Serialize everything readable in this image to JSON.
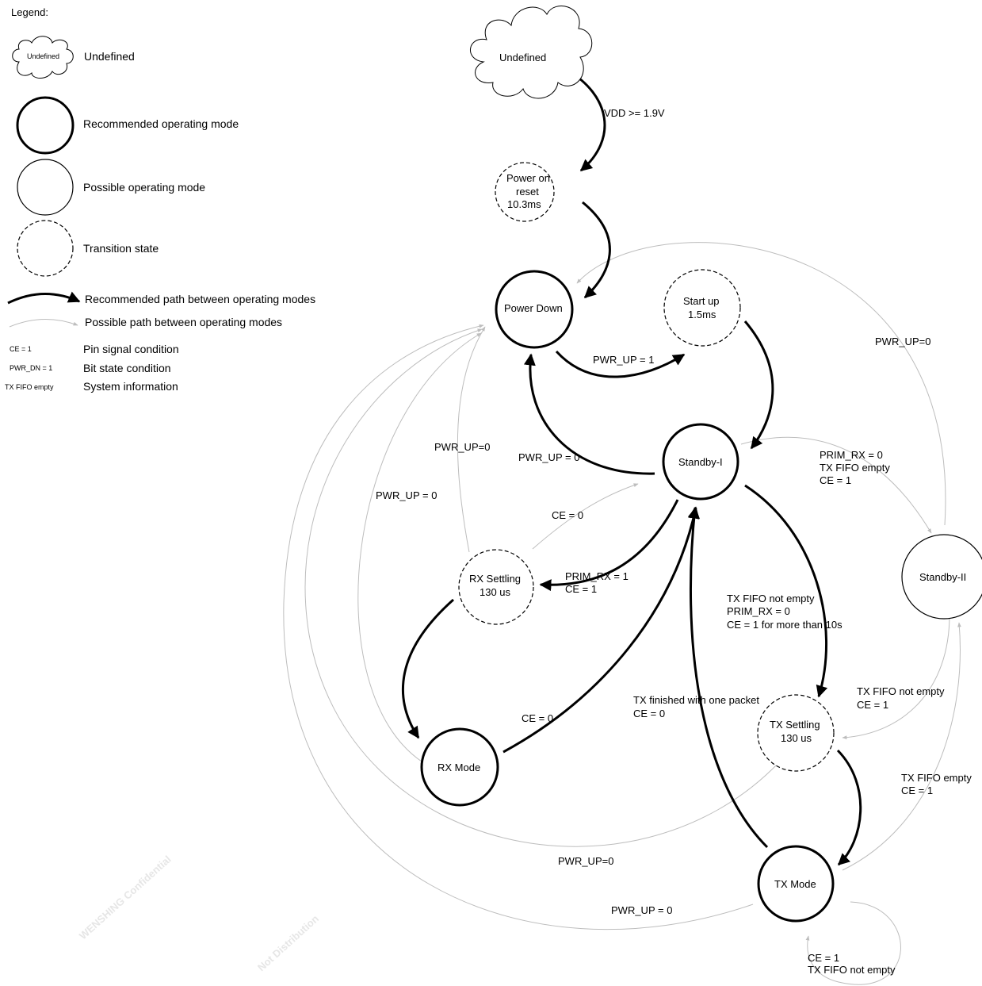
{
  "legend": {
    "title": "Legend:",
    "undefined_inner": "Undefined",
    "items": [
      "Undefined",
      "Recommended operating mode",
      "Possible operating mode",
      "Transition state",
      "Recommended path between operating modes",
      "Possible path between operating modes",
      "Pin signal condition",
      "Bit state condition",
      "System information"
    ],
    "examples": [
      "CE = 1",
      "PWR_DN = 1",
      "TX FIFO empty"
    ]
  },
  "states": {
    "undefined": "Undefined",
    "power_on_reset": [
      "Power on",
      "reset",
      "10.3ms"
    ],
    "power_down": "Power Down",
    "start_up": [
      "Start up",
      "1.5ms"
    ],
    "standby_1": "Standby-I",
    "standby_2": "Standby-II",
    "rx_settling": [
      "RX Settling",
      "130 us"
    ],
    "rx_mode": "RX Mode",
    "tx_settling": [
      "TX Settling",
      "130 us"
    ],
    "tx_mode": "TX Mode"
  },
  "labels": {
    "vdd": "VDD >= 1.9V",
    "pwr_up_1": "PWR_UP = 1",
    "pwr_up_0_a": "PWR_UP=0",
    "pwr_up_0_b": "PWR_UP = 0",
    "pwr_up_0_c": "PWR_UP=0",
    "pwr_up_0_d": "PWR_UP = 0",
    "pwr_up_0_e": "PWR_UP=0",
    "pwr_up_0_f": "PWR_UP = 0",
    "standby_to_sb2": [
      "PRIM_RX = 0",
      "TX FIFO empty",
      "CE = 1"
    ],
    "ce0_a": "CE = 0",
    "ce0_b": "CE = 0",
    "to_rx": [
      "PRIM_RX = 1",
      "CE = 1"
    ],
    "to_tx": [
      "TX FIFO not empty",
      "PRIM_RX = 0",
      "CE = 1  for more than 10s"
    ],
    "tx_done": [
      "TX finished with one packet",
      "CE = 0"
    ],
    "sb2_to_txs": [
      "TX FIFO not empty",
      "CE = 1"
    ],
    "tx_to_sb2": [
      "TX FIFO empty",
      "CE = 1"
    ],
    "tx_loop": [
      "CE = 1",
      "TX FIFO not empty"
    ]
  },
  "watermark": [
    "WENSHING Confidential",
    "Not Distribution"
  ],
  "colors": {
    "recommended": "#000000",
    "possible": "#bdbdbd",
    "watermark": "#d2d2d2"
  }
}
